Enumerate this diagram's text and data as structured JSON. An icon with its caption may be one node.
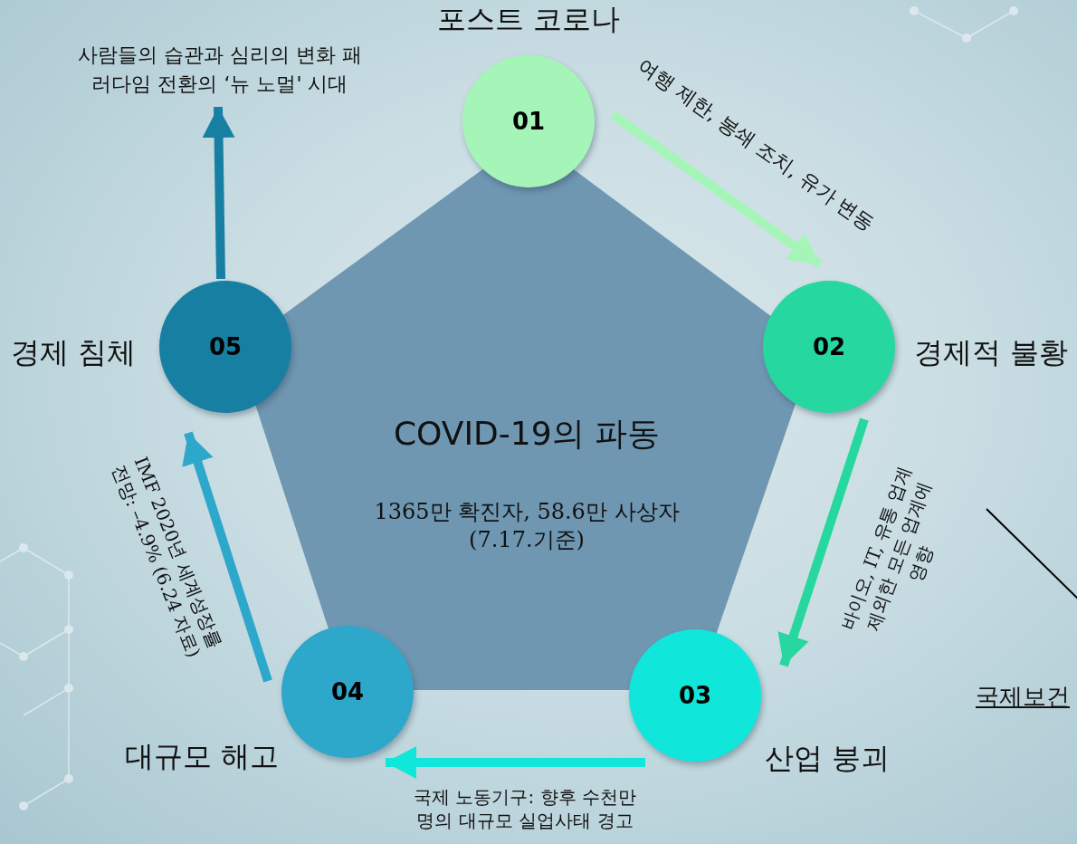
{
  "diagram": {
    "nodes": [
      {
        "text": [
          "COVID-19의 파동",
          "1365만 확진자, 58.6만 사상자 (7.17.기준)"
        ]
      },
      {
        "text": [
          "01"
        ],
        "beside": [
          "포스트 코로나"
        ]
      },
      {
        "text": [
          "02"
        ],
        "beside": [
          "경제적 불황"
        ]
      },
      {
        "text": [
          "03"
        ],
        "beside": [
          "산업 붕괴"
        ]
      },
      {
        "text": [
          "04"
        ],
        "beside": [
          "대규모 해고"
        ]
      },
      {
        "text": [
          "05"
        ],
        "beside": [
          "경제 침체"
        ]
      },
      {
        "text": [
          "사람들의 습관과 심리의 변화 패러다임 전환의 ‘뉴 노멀' 시대"
        ]
      }
    ],
    "edges": [
      {
        "from": 1,
        "to": 2,
        "arrow": "to",
        "label": "여행 제한, 봉쇄 조치, 유가 변동",
        "color": "#a6f5b8"
      },
      {
        "from": 2,
        "to": 3,
        "arrow": "to",
        "label": "바이오, IT, 유통 업계 제외한 모든 업계에 영향",
        "color": "#26d89f"
      },
      {
        "from": 3,
        "to": 4,
        "arrow": "to",
        "label": "국제 노동기구: 향후 수천만 명의 대규모 실업사태 경고",
        "color": "#10e6da"
      },
      {
        "from": 4,
        "to": 5,
        "arrow": "to",
        "label": "IMF 2020년 세계성장률 전망: –4.9% (6.24 자료)",
        "color": "#2ea8ca"
      },
      {
        "from": 5,
        "to": 6,
        "arrow": "to",
        "color": "#1780a2"
      }
    ],
    "labels": [
      "국제보건"
    ]
  }
}
